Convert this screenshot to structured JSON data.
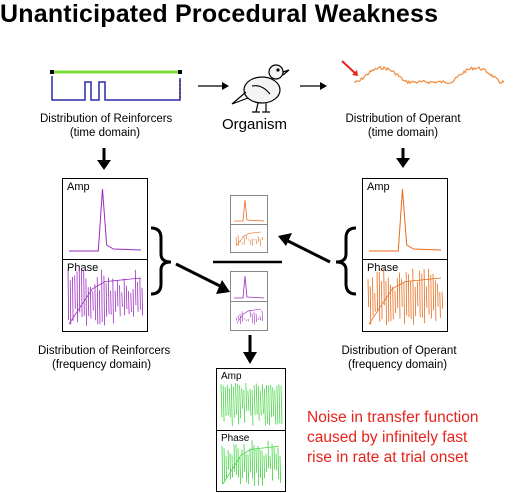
{
  "title": "Unanticipated Procedural Weakness",
  "top": {
    "reinforcers_label": [
      "Distribution of Reinforcers",
      "(time domain)"
    ],
    "organism_label": "Organism",
    "operant_label": [
      "Distribution of Operant",
      "(time domain)"
    ]
  },
  "panels": {
    "left": {
      "amp_label": "Amp",
      "phase_label": "Phase"
    },
    "right": {
      "amp_label": "Amp",
      "phase_label": "Phase"
    },
    "result": {
      "amp_label": "Amp",
      "phase_label": "Phase"
    }
  },
  "bottom": {
    "reinforcers_label": [
      "Distribution of Reinforcers",
      "(frequency domain)"
    ],
    "operant_label": [
      "Distribution of Operant",
      "(frequency domain)"
    ]
  },
  "note": [
    "Noise in transfer function",
    "caused by infinitely fast",
    "rise in rate at trial onset"
  ],
  "colors": {
    "reinforcer_green": "#7ddc3a",
    "reinforcer_line": "#2a2aa8",
    "operant_orange": "#f08a3a",
    "arrow_red": "#e8231c",
    "left_purple": "#9b2bbf",
    "right_orange": "#e86a1a",
    "result_green": "#3fd43f",
    "note_red": "#e8231c"
  }
}
